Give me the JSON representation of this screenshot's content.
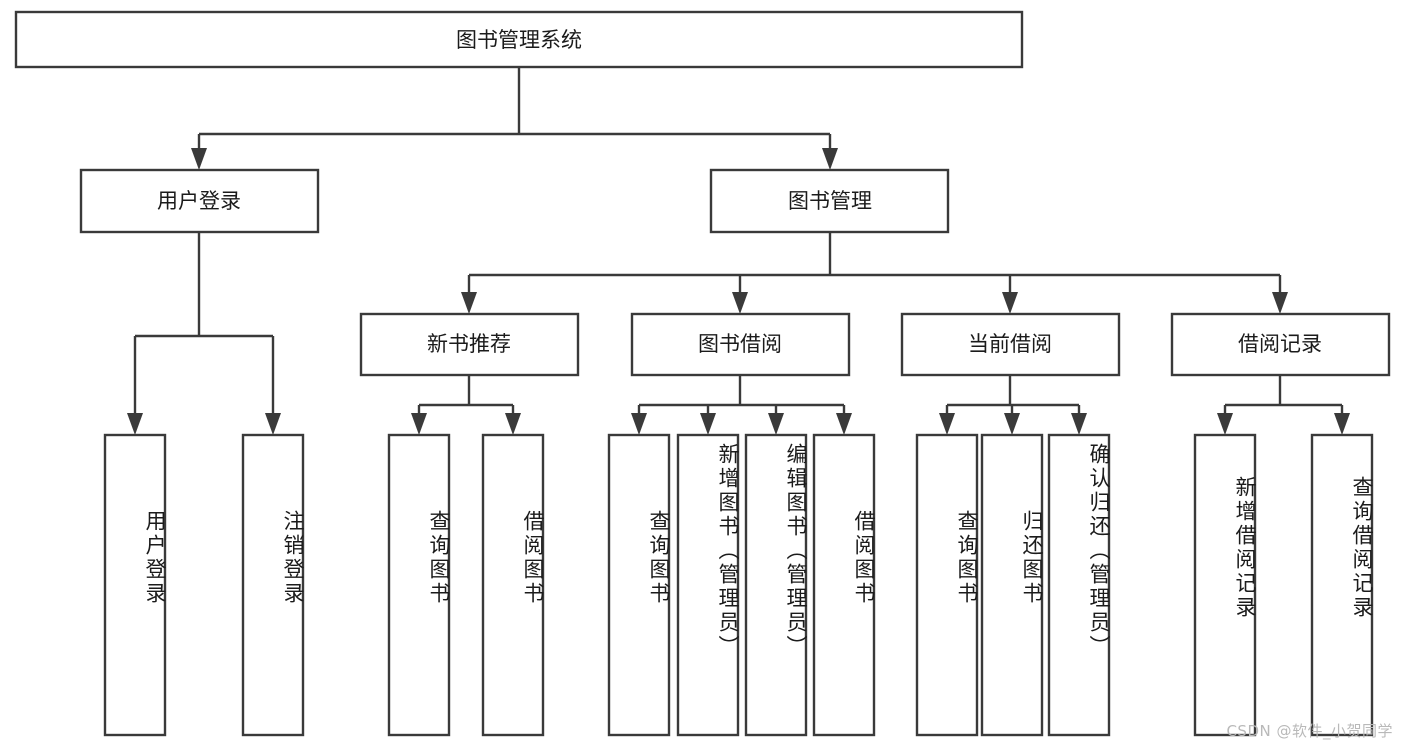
{
  "diagram": {
    "type": "tree",
    "title": "图书管理系统",
    "watermark": "CSDN @软件_小贺同学",
    "colors": {
      "stroke": "#3a3a3a",
      "fill": "#ffffff",
      "text": "#1b1b1b",
      "watermark": "#b9b9b9"
    },
    "levels": {
      "root": {
        "label": "图书管理系统"
      },
      "level2": [
        {
          "label": "用户登录"
        },
        {
          "label": "图书管理"
        }
      ],
      "level3": [
        {
          "label": "新书推荐"
        },
        {
          "label": "图书借阅"
        },
        {
          "label": "当前借阅"
        },
        {
          "label": "借阅记录"
        }
      ],
      "leaves": {
        "user_login": [
          {
            "label": "用户登录"
          },
          {
            "label": "注销登录"
          }
        ],
        "new_book_recommend": [
          {
            "label": "查询图书"
          },
          {
            "label": "借阅图书"
          }
        ],
        "book_borrow": [
          {
            "label": "查询图书"
          },
          {
            "label": "新增图书（管理员）"
          },
          {
            "label": "编辑图书（管理员）"
          },
          {
            "label": "借阅图书"
          }
        ],
        "current_borrow": [
          {
            "label": "查询图书"
          },
          {
            "label": "归还图书"
          },
          {
            "label": "确认归还（管理员）"
          }
        ],
        "borrow_record": [
          {
            "label": "新增借阅记录"
          },
          {
            "label": "查询借阅记录"
          }
        ]
      }
    }
  }
}
